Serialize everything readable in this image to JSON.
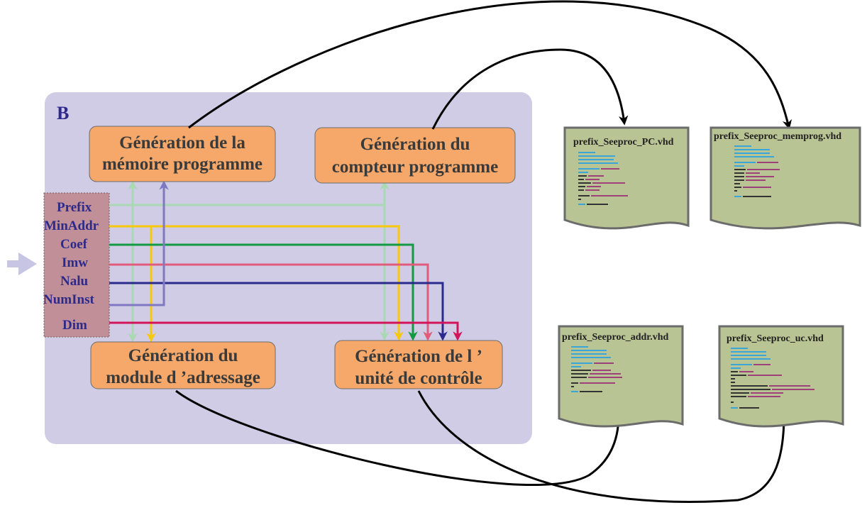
{
  "block_label": "B",
  "boxes": {
    "memprog": [
      "Génération de la",
      "mémoire programme"
    ],
    "pc": [
      "Génération du",
      "compteur programme"
    ],
    "addr": [
      "Génération du",
      "module d ’adressage"
    ],
    "uc": [
      "Génération de l ’",
      "unité de contrôle"
    ]
  },
  "params": [
    "Prefix",
    "MinAddr",
    "Coef",
    "Imw",
    "Nalu",
    "NumInst",
    "Dim"
  ],
  "files": {
    "pc": "prefix_Seeproc_PC.vhd",
    "memprog": "prefix_Seeproc_memprog.vhd",
    "addr": "prefix_Seeproc_addr.vhd",
    "uc": "prefix_Seeproc_uc.vhd"
  },
  "colors": {
    "panel": "#d0cce6",
    "box": "#f5a869",
    "params_box": "#c08f98",
    "doc": "#b8c493",
    "prefix_line": "#a8d9b2",
    "minaddr_line": "#f6c90e",
    "coef_line": "#139a43",
    "imw_line": "#e05c7a",
    "nalu_line": "#2a2a8c",
    "numinst_line": "#7f78c2",
    "dim_line": "#d4145a",
    "input_arrow": "#c8c4e4"
  }
}
